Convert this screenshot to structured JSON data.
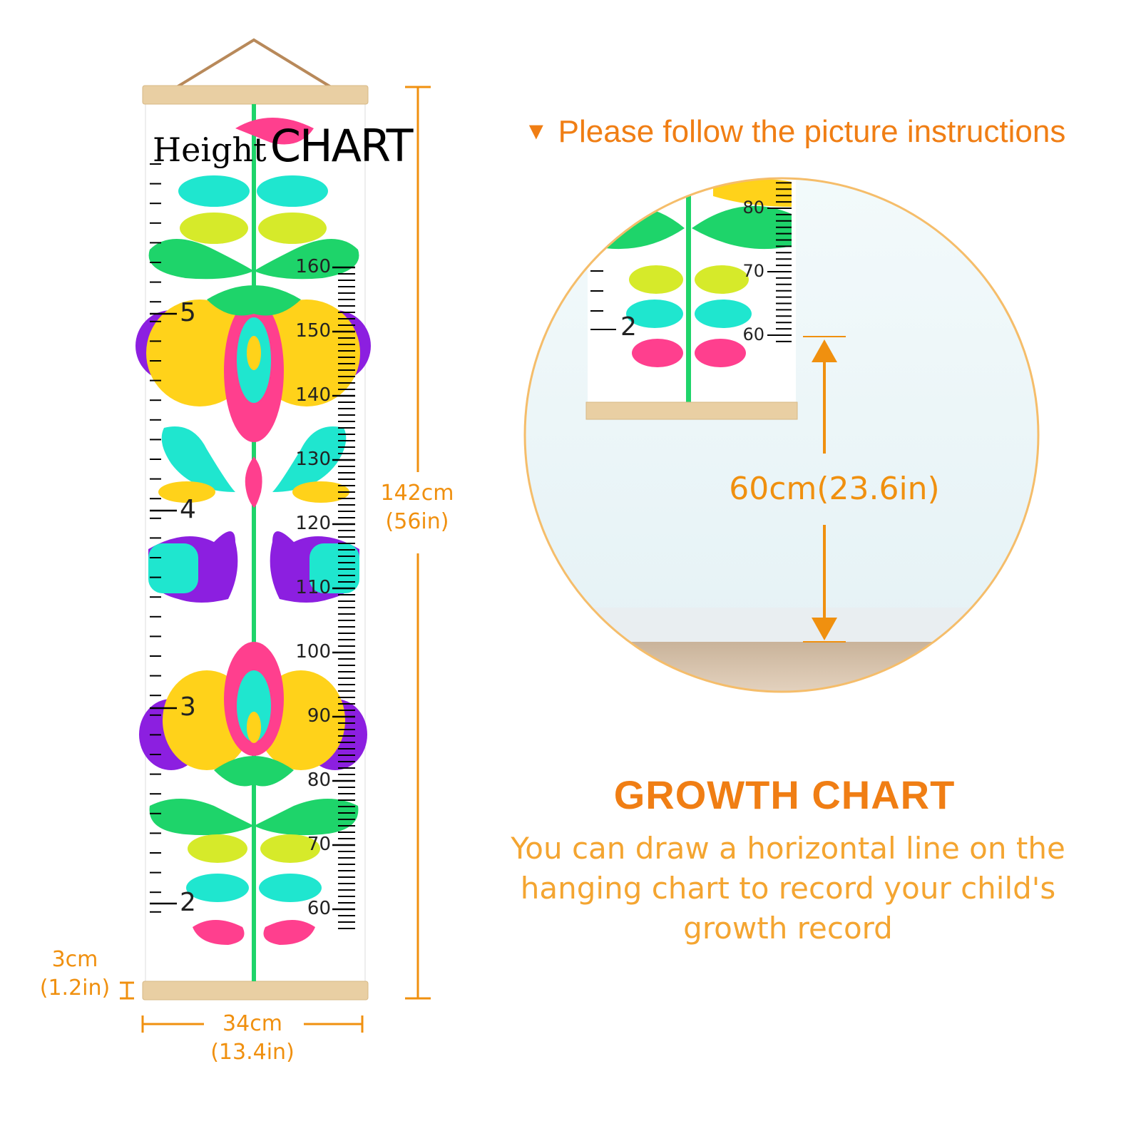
{
  "instructions": {
    "text": "Please follow the picture instructions",
    "icon": "triangle-down-icon"
  },
  "chart": {
    "title_left": "Height",
    "title_right": "CHART",
    "cm_marks": [
      "160",
      "150",
      "140",
      "130",
      "120",
      "110",
      "100",
      "90",
      "80",
      "70",
      "60"
    ],
    "ft_marks": [
      "5",
      "4",
      "3",
      "2"
    ]
  },
  "dimensions": {
    "height_cm": "142cm",
    "height_in": "(56in)",
    "rod_cm": "3cm",
    "rod_in": "(1.2in)",
    "width_cm": "34cm",
    "width_in": "(13.4in)"
  },
  "zoom": {
    "cm_marks": [
      "80",
      "70",
      "60"
    ],
    "ft_mark": "2",
    "position_label": "60cm(23.6in)"
  },
  "growth": {
    "title": "GROWTH CHART",
    "description": "You can draw a horizontal line on the hanging chart to record your child's growth record"
  },
  "colors": {
    "accent": "#f0900f",
    "wood": "#e9cfa3",
    "green": "#1ed46a",
    "pink": "#ff3f8e",
    "yellow": "#ffd21a",
    "cyan": "#1fe6cf",
    "purple": "#8c1fe0"
  }
}
